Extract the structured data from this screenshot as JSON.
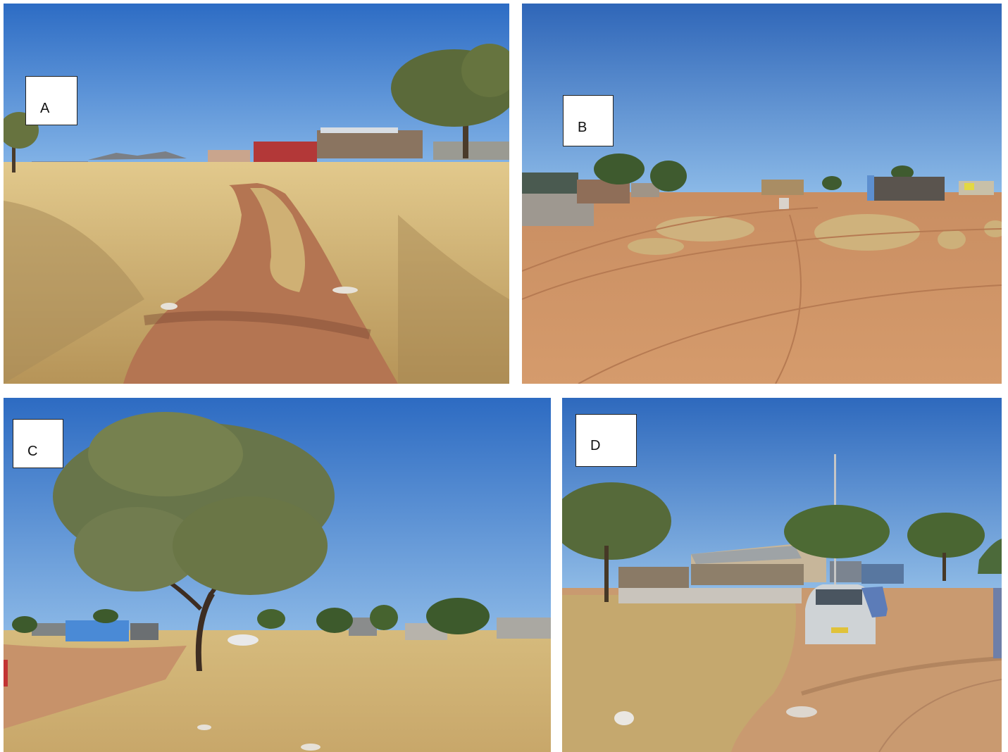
{
  "panels": [
    {
      "label": "A"
    },
    {
      "label": "B"
    },
    {
      "label": "C"
    },
    {
      "label": "D"
    }
  ],
  "colors": {
    "sky_top": "#2f6fc0",
    "sky_bottom": "#7fb2e6",
    "dry_grass": "#d7bb7a",
    "sand": "#c98a5e",
    "tree": "#5f6b3c"
  }
}
